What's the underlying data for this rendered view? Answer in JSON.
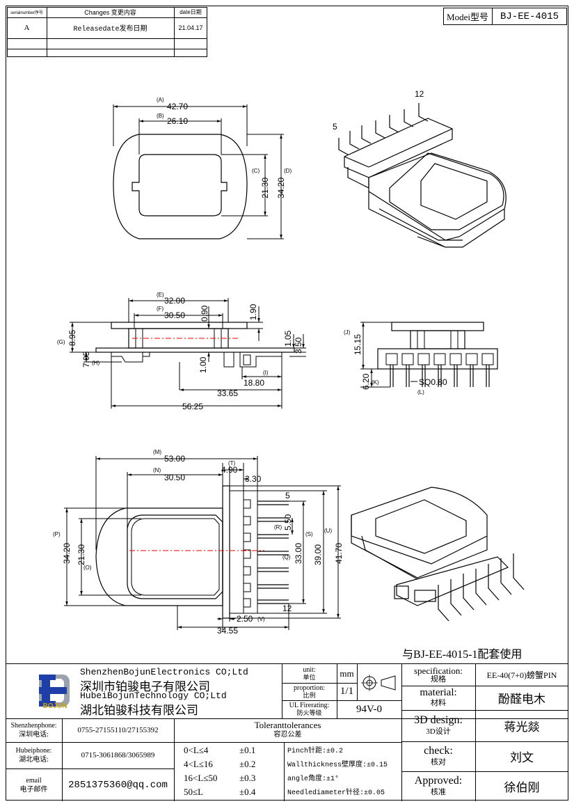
{
  "revision_table": {
    "headers": {
      "serial": "serialnumber序号",
      "changes": "Changes 变更内容",
      "date": "date日期"
    },
    "rows": [
      {
        "serial": "A",
        "changes": "Releasedate发布日期",
        "date": "21.04.17"
      }
    ]
  },
  "model": {
    "label": "Modei型号",
    "value": "BJ-EE-4015"
  },
  "drawing": {
    "note": "与BJ-EE-4015-1配套使用",
    "top_view": {
      "A_label": "(A)",
      "A_val": "42.70",
      "B_label": "(B)",
      "B_val": "26.10",
      "C_label": "(C)",
      "C_val": "21.30",
      "D_label": "(D)",
      "D_val": "34.20"
    },
    "side_view": {
      "E_label": "(E)",
      "E_val": "32.00",
      "F_label": "(F)",
      "F_val": "30.50",
      "d090": "0.90",
      "d190": "1.90",
      "G_label": "(G)",
      "G_val": "8.95",
      "H_label": "(H)",
      "H_val": "7.05",
      "d100": "1.00",
      "d105": "1.05",
      "d350": "3.50",
      "I_label": "(I)",
      "I_val": "18.80",
      "d3365": "33.65",
      "d5625": "56.25"
    },
    "end_view": {
      "J_label": "(J)",
      "J_val": "15.15",
      "K_label": "(K)",
      "K_val": "6.20",
      "L_label": "(L)",
      "sq": "SQ0.80"
    },
    "bottom_view": {
      "M_label": "(M)",
      "M_val": "53.00",
      "N_label": "(N)",
      "N_val": "30.50",
      "T_label": "(T)",
      "T_val": "4.90",
      "d330": "3.30",
      "pin5": "5",
      "pin12": "12",
      "R_label": "(R)",
      "R_val": "5.50",
      "Q_label": "(Q)",
      "S_label": "(S)",
      "S_val": "33.00",
      "U_label": "(U)",
      "U_val": "39.00",
      "d4170": "41.70",
      "P_label": "(P)",
      "P_val": "34.20",
      "O_label": "(O)",
      "O_val": "21.30",
      "V_label": "(V)",
      "V_val": "2.50",
      "d3455": "34.55"
    },
    "iso_top": {
      "pin5": "5",
      "pin12": "12"
    }
  },
  "title_block": {
    "company_en1": "ShenzhenBojunElectronics CO;Ltd",
    "company_cn1": "深圳市铂骏电子有限公司",
    "company_en2": "HubeiBojunTechnology CO;Ltd",
    "company_cn2": "湖北铂骏科技有限公司",
    "logo_text": "BOJUN",
    "unit_en": "unit:",
    "unit_cn": "单位",
    "unit_val": "mm",
    "proportion_en": "proportion:",
    "proportion_cn": "比例",
    "proportion_val": "1/1",
    "ul_en": "UL Firerating:",
    "ul_cn": "防火等级",
    "ul_val": "94V-0",
    "spec_en": "specification:",
    "spec_cn": "规格",
    "spec_val": "EE-40(7+0)螃蟹PIN",
    "material_en": "material:",
    "material_cn": "材料",
    "material_val": "酚醛电木",
    "design_en": "3D design:",
    "design_cn": "3D设计",
    "design_val": "蒋光燚",
    "check_en": "check:",
    "check_cn": "核对",
    "check_val": "刘文",
    "approved_en": "Approved:",
    "approved_cn": "核准",
    "approved_val": "徐伯刚",
    "shenzhen_phone_en": "Shenzhenphone:",
    "shenzhen_phone_cn": "深圳电话:",
    "shenzhen_phone_val": "0755-27155110/27155392",
    "hubei_phone_en": "Hubeiphone:",
    "hubei_phone_cn": "湖北电话:",
    "hubei_phone_val": "0715-3061868/3065989",
    "email_en": "email",
    "email_cn": "电子邮件",
    "email_val": "2851375360@qq.com",
    "tol_title_en": "Toleranttolerances",
    "tol_title_cn": "容忍公差",
    "tolerances": [
      {
        "range": "0<L≤4",
        "val": "±0.1"
      },
      {
        "range": "4<L≤16",
        "val": "±0.2"
      },
      {
        "range": "16<L≤50",
        "val": "±0.3"
      },
      {
        "range": "50≤L",
        "val": "±0.4"
      }
    ],
    "pinch": "Pinch针距:±0.2",
    "wall": "Wallthickness壁厚度:±0.15",
    "angle": "angle角度:±1°",
    "needle": "Needlediameter针径:±0.05"
  }
}
